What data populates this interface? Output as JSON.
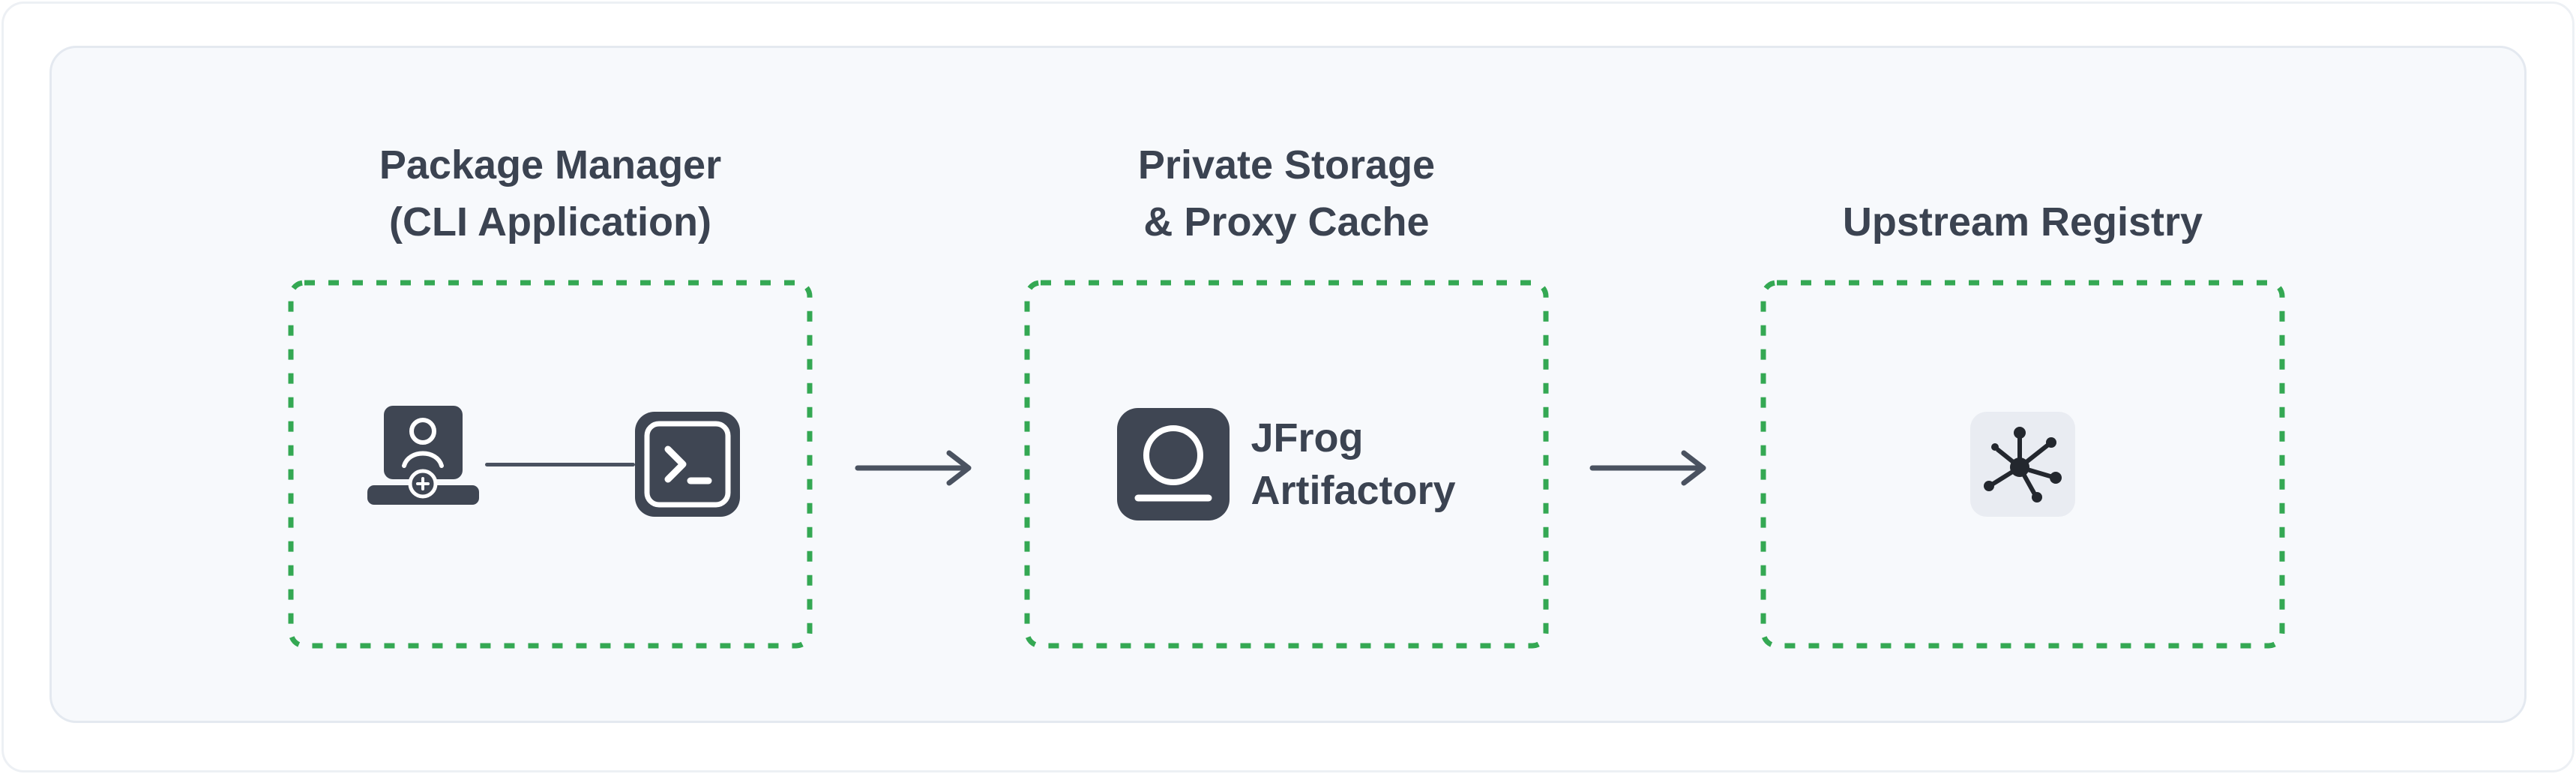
{
  "page": {
    "background": "#ffffff",
    "card_background": "#f7f9fc",
    "dashed_border_color": "#34a853",
    "ink_color": "#3f4653",
    "arrow_color": "#4a5260",
    "network_icon_background": "#e9ecf2"
  },
  "nodes": [
    {
      "id": "package-manager",
      "title_lines": [
        "Package Manager",
        "(CLI Application)"
      ],
      "icons": [
        "user-laptop-icon",
        "terminal-icon"
      ]
    },
    {
      "id": "artifactory",
      "title_lines": [
        "Private Storage",
        "& Proxy Cache"
      ],
      "label_lines": [
        "JFrog",
        "Artifactory"
      ],
      "icons": [
        "jfrog-icon"
      ]
    },
    {
      "id": "upstream-registry",
      "title_lines": [
        "Upstream Registry"
      ],
      "icons": [
        "network-hub-icon"
      ]
    }
  ],
  "connections": [
    {
      "from": "package-manager",
      "to": "artifactory",
      "type": "arrow"
    },
    {
      "from": "artifactory",
      "to": "upstream-registry",
      "type": "arrow"
    }
  ]
}
